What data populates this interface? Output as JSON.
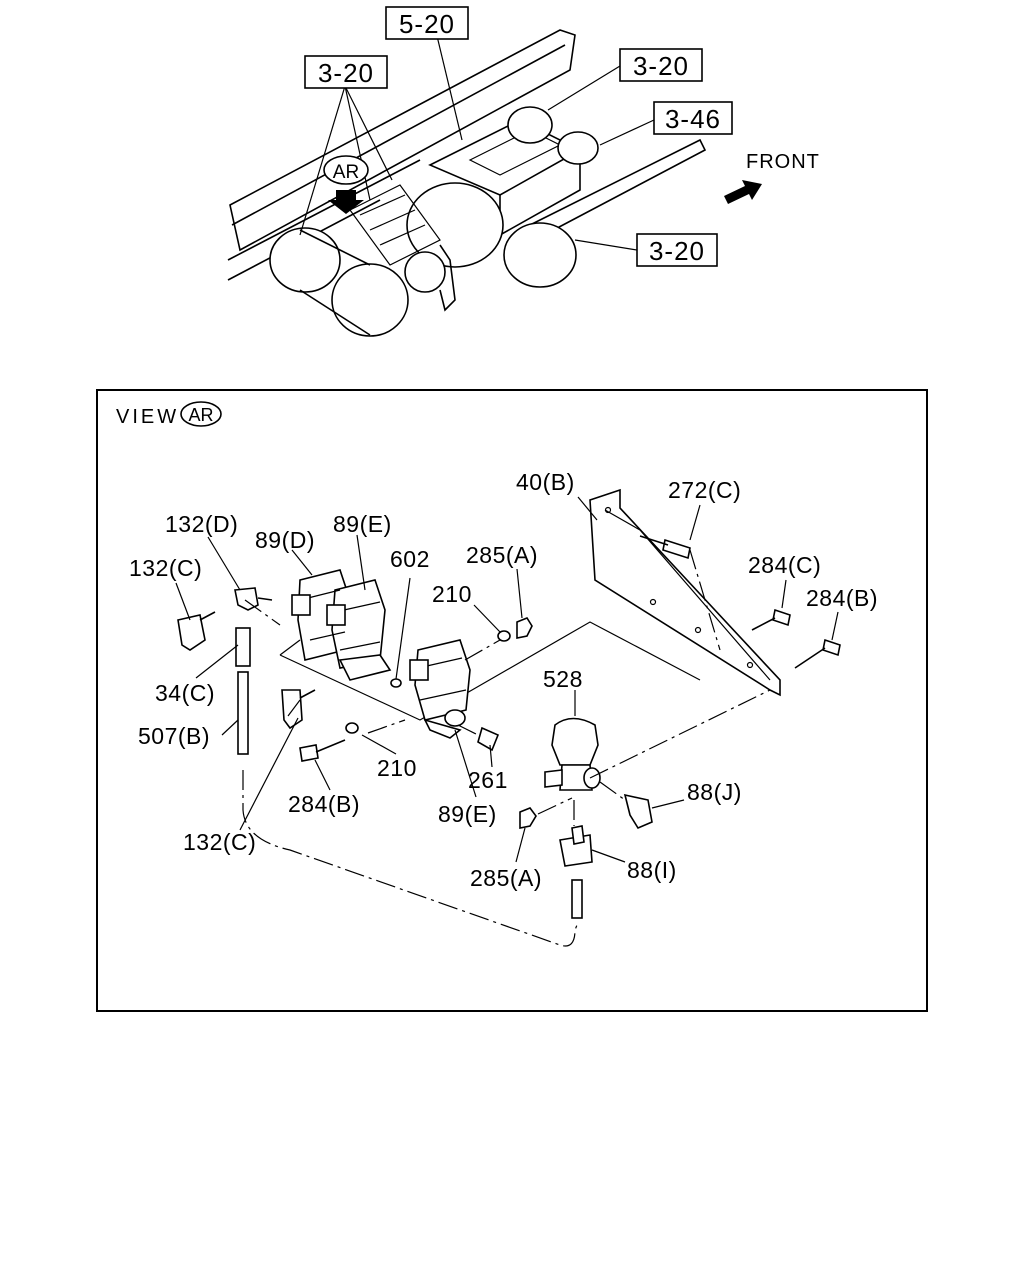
{
  "overview": {
    "ref_5_20": "5-20",
    "ref_3_20_left": "3-20",
    "ref_3_20_top_right": "3-20",
    "ref_3_46": "3-46",
    "ref_3_20_bottom_right": "3-20",
    "view_marker": "AR",
    "front_label": "FRONT"
  },
  "view_panel": {
    "view_prefix": "VIEW",
    "view_circle": "AR"
  },
  "callouts": {
    "p40b": "40(B)",
    "p272c": "272(C)",
    "p132d": "132(D)",
    "p89d": "89(D)",
    "p89e_top": "89(E)",
    "p602": "602",
    "p285a_top": "285(A)",
    "p210_top": "210",
    "p284c": "284(C)",
    "p284b_right": "284(B)",
    "p132c_top": "132(C)",
    "p34c": "34(C)",
    "p507b": "507(B)",
    "p528": "528",
    "p261": "261",
    "p210_bottom": "210",
    "p284b_bottom": "284(B)",
    "p89e_bottom": "89(E)",
    "p88j": "88(J)",
    "p132c_bottom": "132(C)",
    "p285a_bottom": "285(A)",
    "p88i": "88(I)"
  }
}
